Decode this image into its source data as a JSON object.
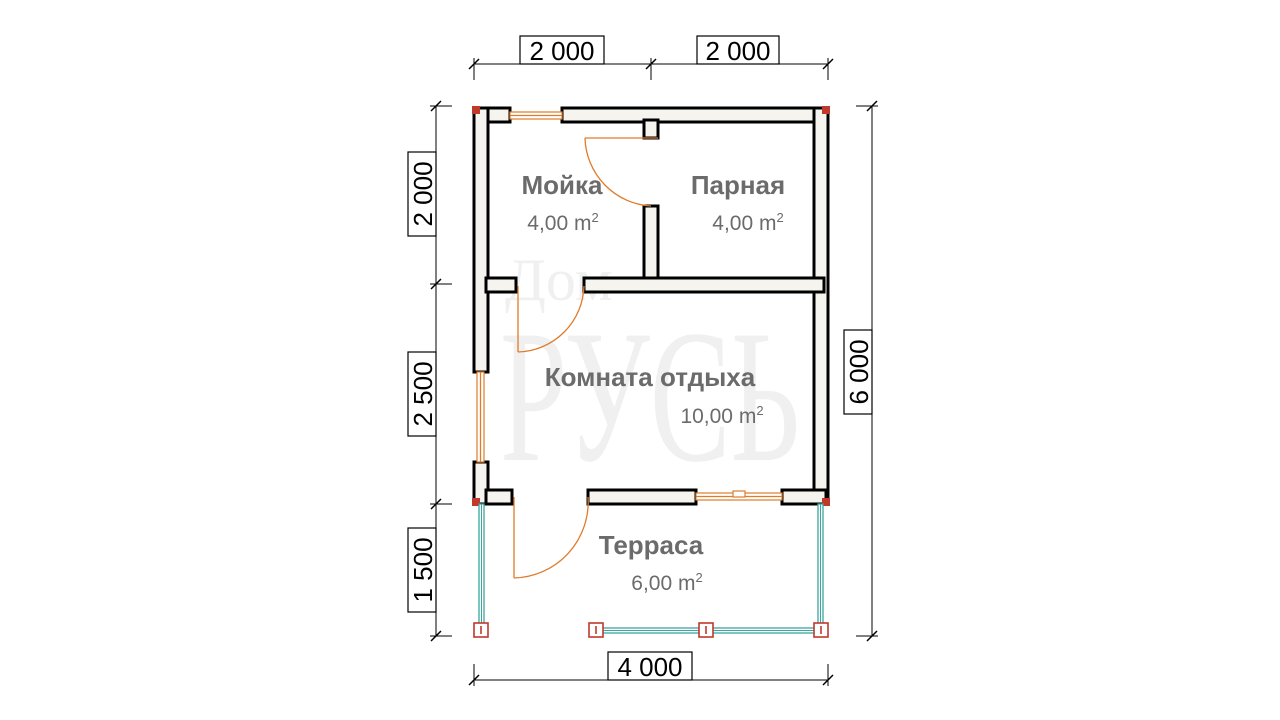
{
  "dimensions": {
    "top_left": "2 000",
    "top_right": "2 000",
    "bottom": "4 000",
    "right": "6 000",
    "left_top": "2 000",
    "left_middle": "2 500",
    "left_bottom": "1 500"
  },
  "rooms": {
    "moika": {
      "name": "Мойка",
      "area": "4,00 m",
      "unit_sup": "2"
    },
    "parnaya": {
      "name": "Парная",
      "area": "4,00 m",
      "unit_sup": "2"
    },
    "komnata": {
      "name": "Комната отдыха",
      "area": "10,00 m",
      "unit_sup": "2"
    },
    "terrasa": {
      "name": "Терраса",
      "area": "6,00 m",
      "unit_sup": "2"
    }
  },
  "watermark": {
    "line1": "Дом",
    "line2": "РУСЬ"
  },
  "colors": {
    "wall_fill": "#f6f4ee",
    "door": "#e07b2a",
    "railing": "#3aa6a0",
    "post": "#c0392b",
    "room_text": "#6b6b6b"
  }
}
